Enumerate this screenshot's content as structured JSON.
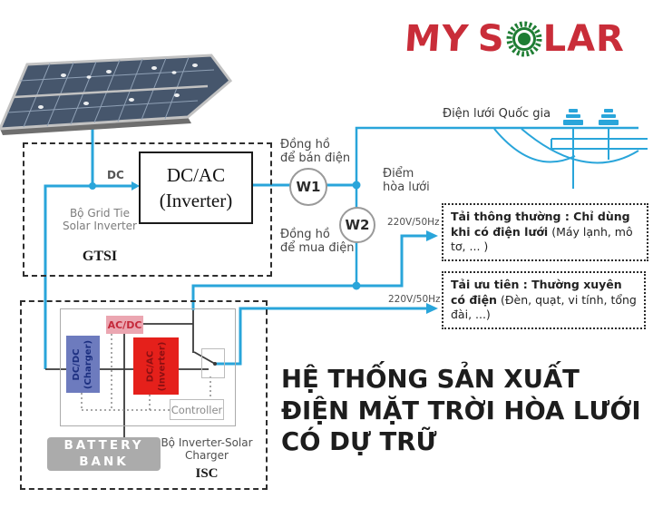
{
  "logo": {
    "part1": "MY",
    "part2": "S",
    "part3": "LAR"
  },
  "grid": {
    "label": "Điện lưới Quốc gia"
  },
  "tie_point": {
    "line1": "Điểm",
    "line2": "hòa lưới"
  },
  "meters": {
    "w1": "W1",
    "w2": "W2",
    "sell": {
      "line1": "Đồng hồ",
      "line2": "để bán điện"
    },
    "buy": {
      "line1": "Đồng hồ",
      "line2": "để mua điện"
    }
  },
  "gtsi": {
    "inverter": {
      "line1": "DC/AC",
      "line2": "(Inverter)"
    },
    "dc_label": "DC",
    "name": {
      "line1": "Bộ Grid Tie",
      "line2": "Solar Inverter"
    },
    "abbr": "GTSI"
  },
  "loads": {
    "voltage_top": "220V/50Hz",
    "voltage_bottom": "220V/50Hz",
    "normal": {
      "bold": "Tải thông thường : Chỉ dùng khi có điện lưới",
      "rest": " (Máy lạnh, mô tơ, ... )"
    },
    "priority": {
      "bold": "Tải ưu tiên : Thường xuyên có điện",
      "rest": " (Đèn, quạt, vi tính, tổng đài, ...)"
    }
  },
  "isc": {
    "acdc": "AC/DC",
    "dcdc": {
      "line1": "DC/DC",
      "line2": "(Charger)"
    },
    "dcac": {
      "line1": "DC/AC",
      "line2": "(Inverter)"
    },
    "controller": "Controller",
    "battery": {
      "line1": "BATTERY",
      "line2": "BANK"
    },
    "name": {
      "line1": "Bộ Inverter-Solar",
      "line2": "Charger"
    },
    "abbr": "ISC"
  },
  "title": {
    "line1": "HỆ THỐNG SẢN XUẤT",
    "line2": "ĐIỆN MẶT TRỜI HÒA LƯỚI",
    "line3": "CÓ DỰ TRỮ"
  },
  "colors": {
    "wire_blue": "#29a5da",
    "logo_red": "#c92d39",
    "logo_green": "#1e7d33"
  }
}
